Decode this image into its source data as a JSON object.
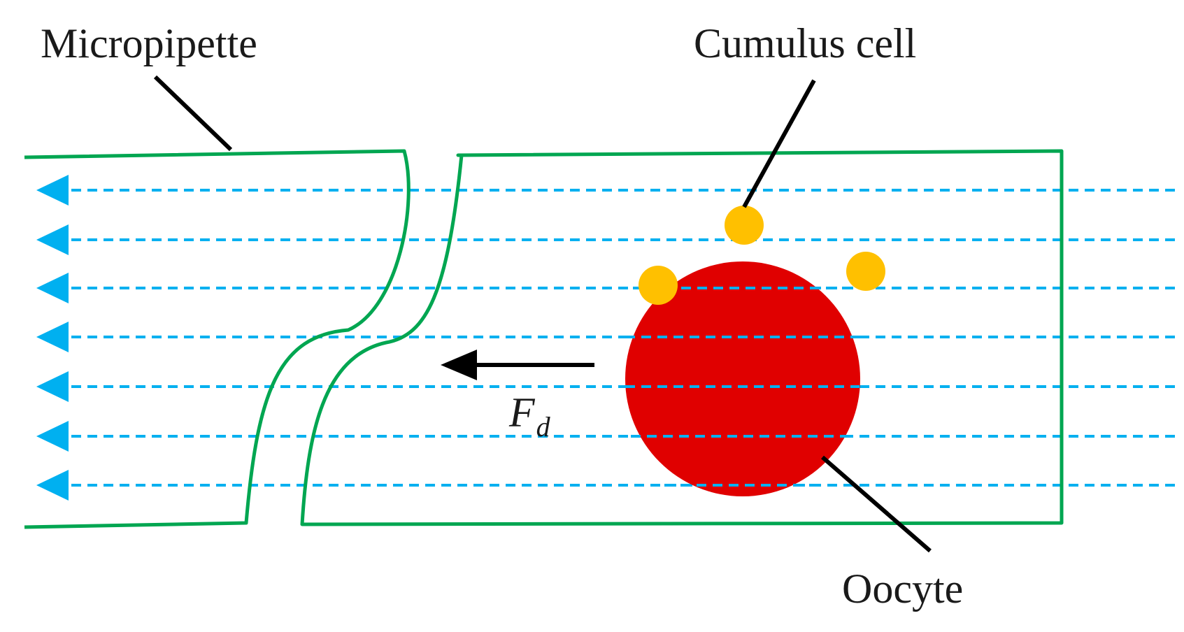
{
  "labels": {
    "micropipette": "Micropipette",
    "cumulus_cell": "Cumulus cell",
    "oocyte": "Oocyte",
    "force_symbol": "F",
    "force_subscript": "d"
  },
  "colors": {
    "pipette_outline": "#00a651",
    "flow_line": "#00b0f0",
    "oocyte": "#e00000",
    "cumulus_cell": "#ffc000",
    "leader_line": "#000000",
    "force_arrow": "#000000",
    "text": "#1a1a1a"
  },
  "flow": {
    "line_count": 7,
    "direction": "left"
  },
  "cumulus_cell_count": 3
}
